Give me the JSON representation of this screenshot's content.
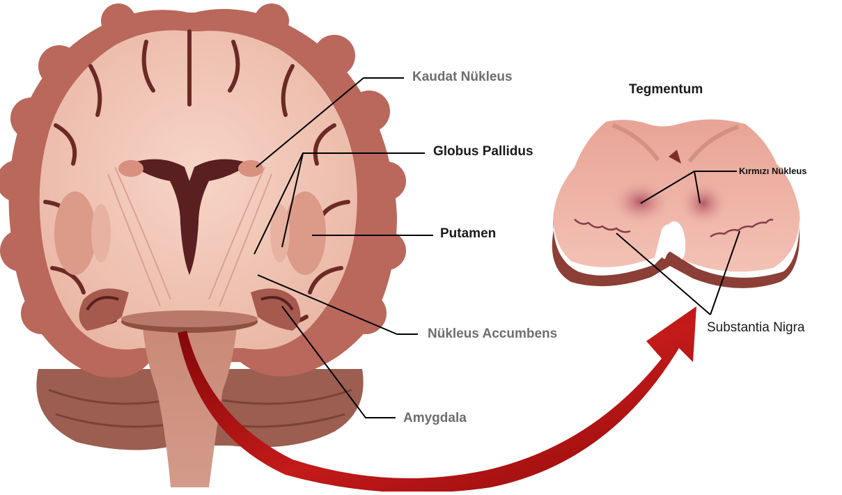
{
  "diagram": {
    "labels": {
      "caudate": "Kaudat Nükleus",
      "globus_pallidus": "Globus Pallidus",
      "putamen": "Putamen",
      "accumbens": "Nükleus Accumbens",
      "amygdala": "Amygdala",
      "tegmentum_title": "Tegmentum",
      "red_nucleus": "Kırmızı Nükleus",
      "substantia_nigra": "Substantia Nigra"
    },
    "colors": {
      "cortex": "#b9685b",
      "white_matter": "#f1c6b6",
      "ventricle": "#5a1f20",
      "leader_line": "#000000",
      "arrow": "#b01010",
      "tegmentum": "#eaa99c",
      "label_gray": "#6e6e6e"
    }
  }
}
